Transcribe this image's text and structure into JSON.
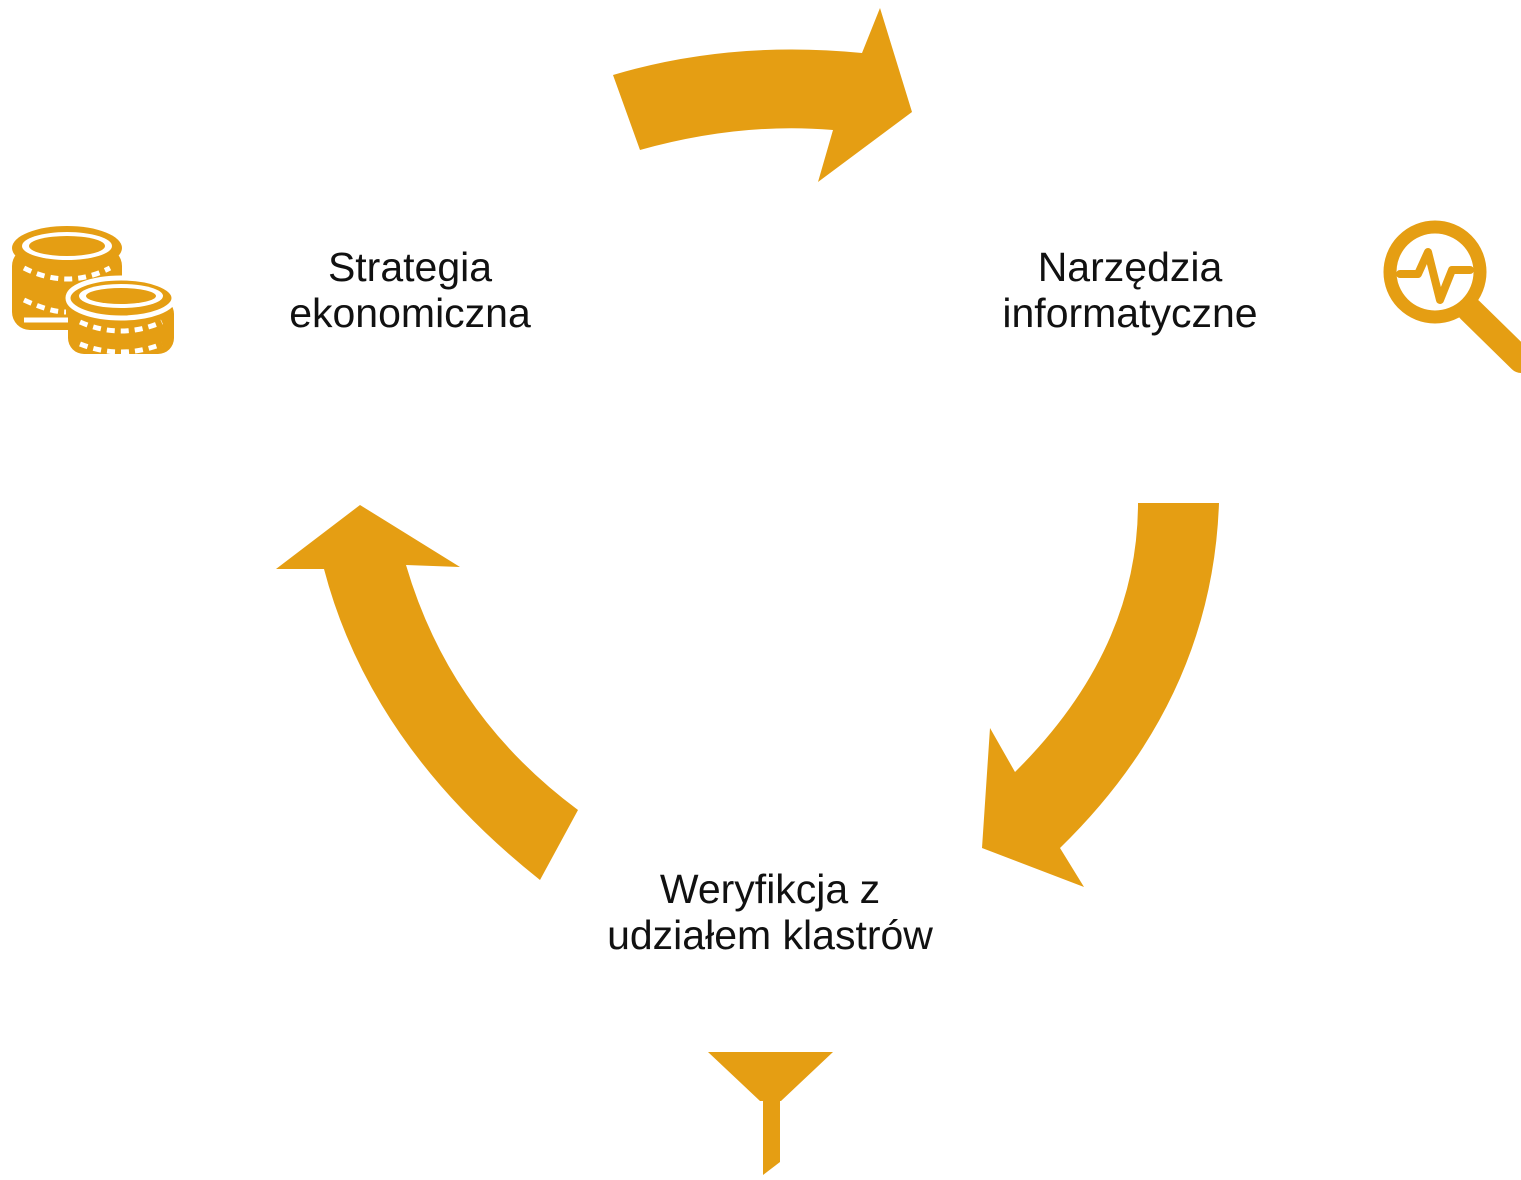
{
  "diagram": {
    "accent_color": "#E59E13",
    "nodes": [
      {
        "id": "strategy",
        "lines": [
          "Strategia",
          "ekonomiczna"
        ],
        "icon": "coins-icon"
      },
      {
        "id": "tools",
        "lines": [
          "Narzędzia",
          "informatyczne"
        ],
        "icon": "magnifier-pulse-icon"
      },
      {
        "id": "verify",
        "lines": [
          "Weryfikcja z",
          "udziałem klastrów"
        ],
        "icon": "funnel-icon"
      }
    ],
    "flow": [
      "strategy → tools",
      "tools → verify",
      "verify → strategy"
    ]
  }
}
